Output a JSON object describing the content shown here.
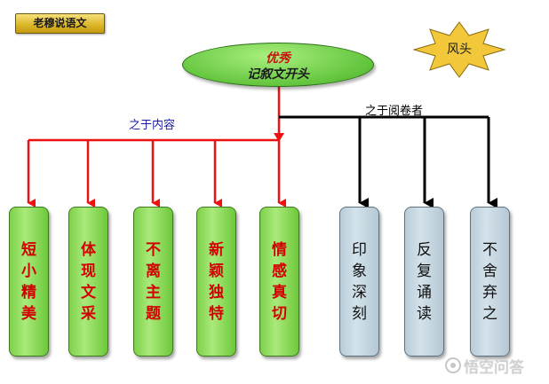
{
  "badge": "老穆说语文",
  "center": {
    "line1": "优秀",
    "line2": "记叙文开头"
  },
  "star": "风头",
  "branches": {
    "left": "之于内容",
    "right": "之于阅卷者"
  },
  "content_boxes": [
    "短小精美",
    "体现文采",
    "不离主题",
    "新颖独特",
    "情感真切"
  ],
  "reader_boxes": [
    "印象深刻",
    "反复诵读",
    "不舍弃之"
  ],
  "watermark": "悟空问答",
  "colors": {
    "red_arrow": "#ee1111",
    "black_arrow": "#000000",
    "green_box": "#8fdc5c",
    "grey_box": "#c6d7e1",
    "left_label": "#1a1aa6",
    "right_label": "#000000"
  }
}
